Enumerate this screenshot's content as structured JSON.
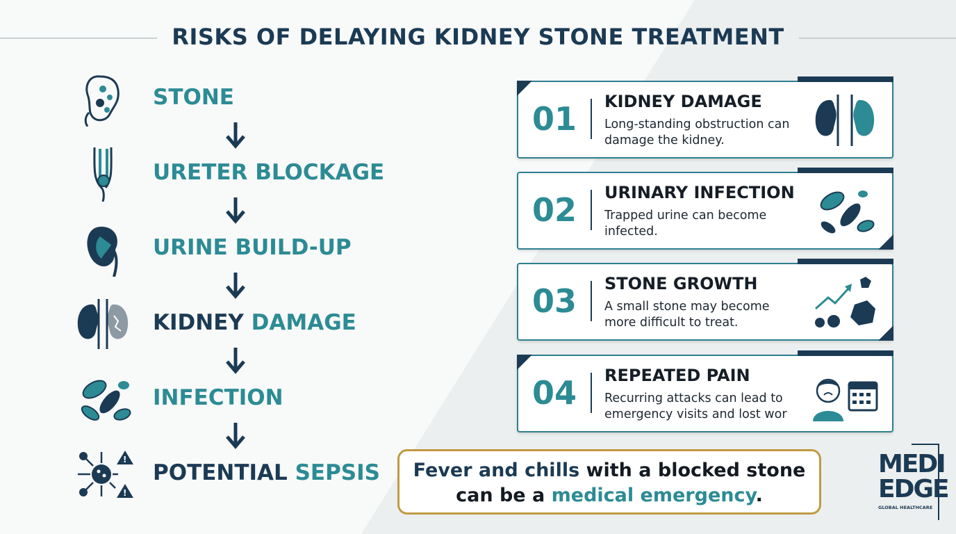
{
  "title": "RISKS OF DELAYING KIDNEY STONE TREATMENT",
  "flow": [
    {
      "icon": "kidney-stone-icon",
      "label_dark": "",
      "label_teal": "STONE"
    },
    {
      "icon": "ureter-blockage-icon",
      "label_dark": "",
      "label_teal": "URETER BLOCKAGE"
    },
    {
      "icon": "urine-buildup-kidney-icon",
      "label_dark": "",
      "label_teal": "URINE BUILD-UP"
    },
    {
      "icon": "damaged-kidneys-icon",
      "label_dark": "KIDNEY ",
      "label_teal": "DAMAGE"
    },
    {
      "icon": "bacteria-icon",
      "label_dark": "",
      "label_teal": "INFECTION"
    },
    {
      "icon": "sepsis-spread-icon",
      "label_dark": "POTENTIAL ",
      "label_teal": "SEPSIS"
    }
  ],
  "cards": [
    {
      "num": "01",
      "title": "KIDNEY DAMAGE",
      "desc1": "Long-standing obstruction can",
      "desc2": "damage the kidney.",
      "icon": "kidneys-icon"
    },
    {
      "num": "02",
      "title": "URINARY INFECTION",
      "desc1": "Trapped urine can become",
      "desc2": "infected.",
      "icon": "bacteria-icon"
    },
    {
      "num": "03",
      "title": "STONE GROWTH",
      "desc1": "A small stone may become",
      "desc2": "more difficult to treat.",
      "icon": "stone-growth-icon"
    },
    {
      "num": "04",
      "title": "REPEATED PAIN",
      "desc1": "Recurring attacks can lead to",
      "desc2": "emergency visits and lost wor",
      "icon": "pain-calendar-icon"
    }
  ],
  "callout": {
    "l1_a": "Fever and chills",
    "l1_b": " with a blocked stone",
    "l2_a": "can be a ",
    "l2_b": "medical emergency",
    "l2_c": "."
  },
  "logo": {
    "line1": "MEDI",
    "line2": "EDGE",
    "line3": "GLOBAL HEALTHCARE"
  },
  "colors": {
    "navy": "#1b3a54",
    "teal": "#2c8b94",
    "gold": "#c09a43"
  }
}
